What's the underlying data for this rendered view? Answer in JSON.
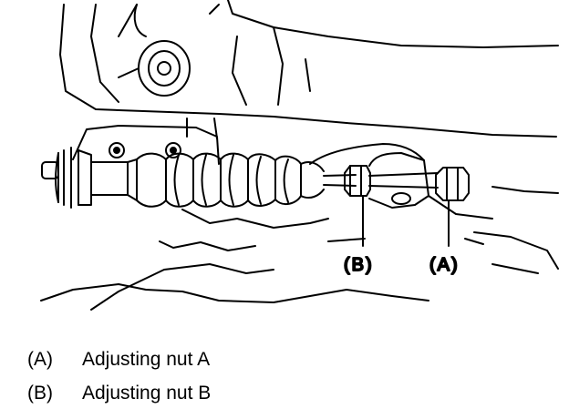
{
  "callouts": {
    "b": "(B)",
    "a": "(A)"
  },
  "legend": [
    {
      "key": "(A)",
      "text": "Adjusting nut A"
    },
    {
      "key": "(B)",
      "text": "Adjusting nut B"
    }
  ]
}
